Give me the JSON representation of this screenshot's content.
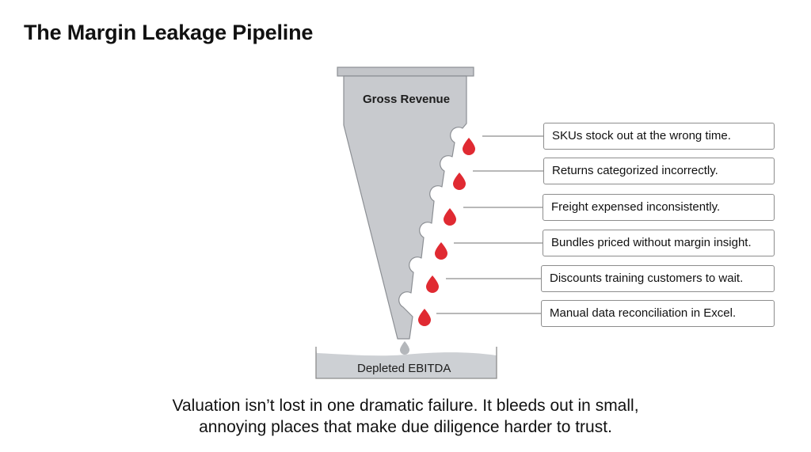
{
  "title": "The Margin Leakage Pipeline",
  "funnel": {
    "top_label": "Gross Revenue",
    "bottom_label": "Depleted EBITDA"
  },
  "leaks": [
    "SKUs stock out at the wrong time.",
    "Returns categorized incorrectly.",
    "Freight expensed inconsistently.",
    "Bundles priced without margin insight.",
    "Discounts training customers to wait.",
    "Manual data reconciliation in Excel."
  ],
  "caption": {
    "line1": "Valuation isn’t lost in one dramatic failure. It bleeds out in small,",
    "line2": "annoying places that make due diligence harder to trust."
  },
  "colors": {
    "funnel": "#c8cace",
    "funnel_stroke": "#8c8f94",
    "drop": "#e02a32",
    "basin": "#cdd0d4"
  },
  "icons": [
    "blood-drop-icon",
    "water-drop-icon"
  ]
}
